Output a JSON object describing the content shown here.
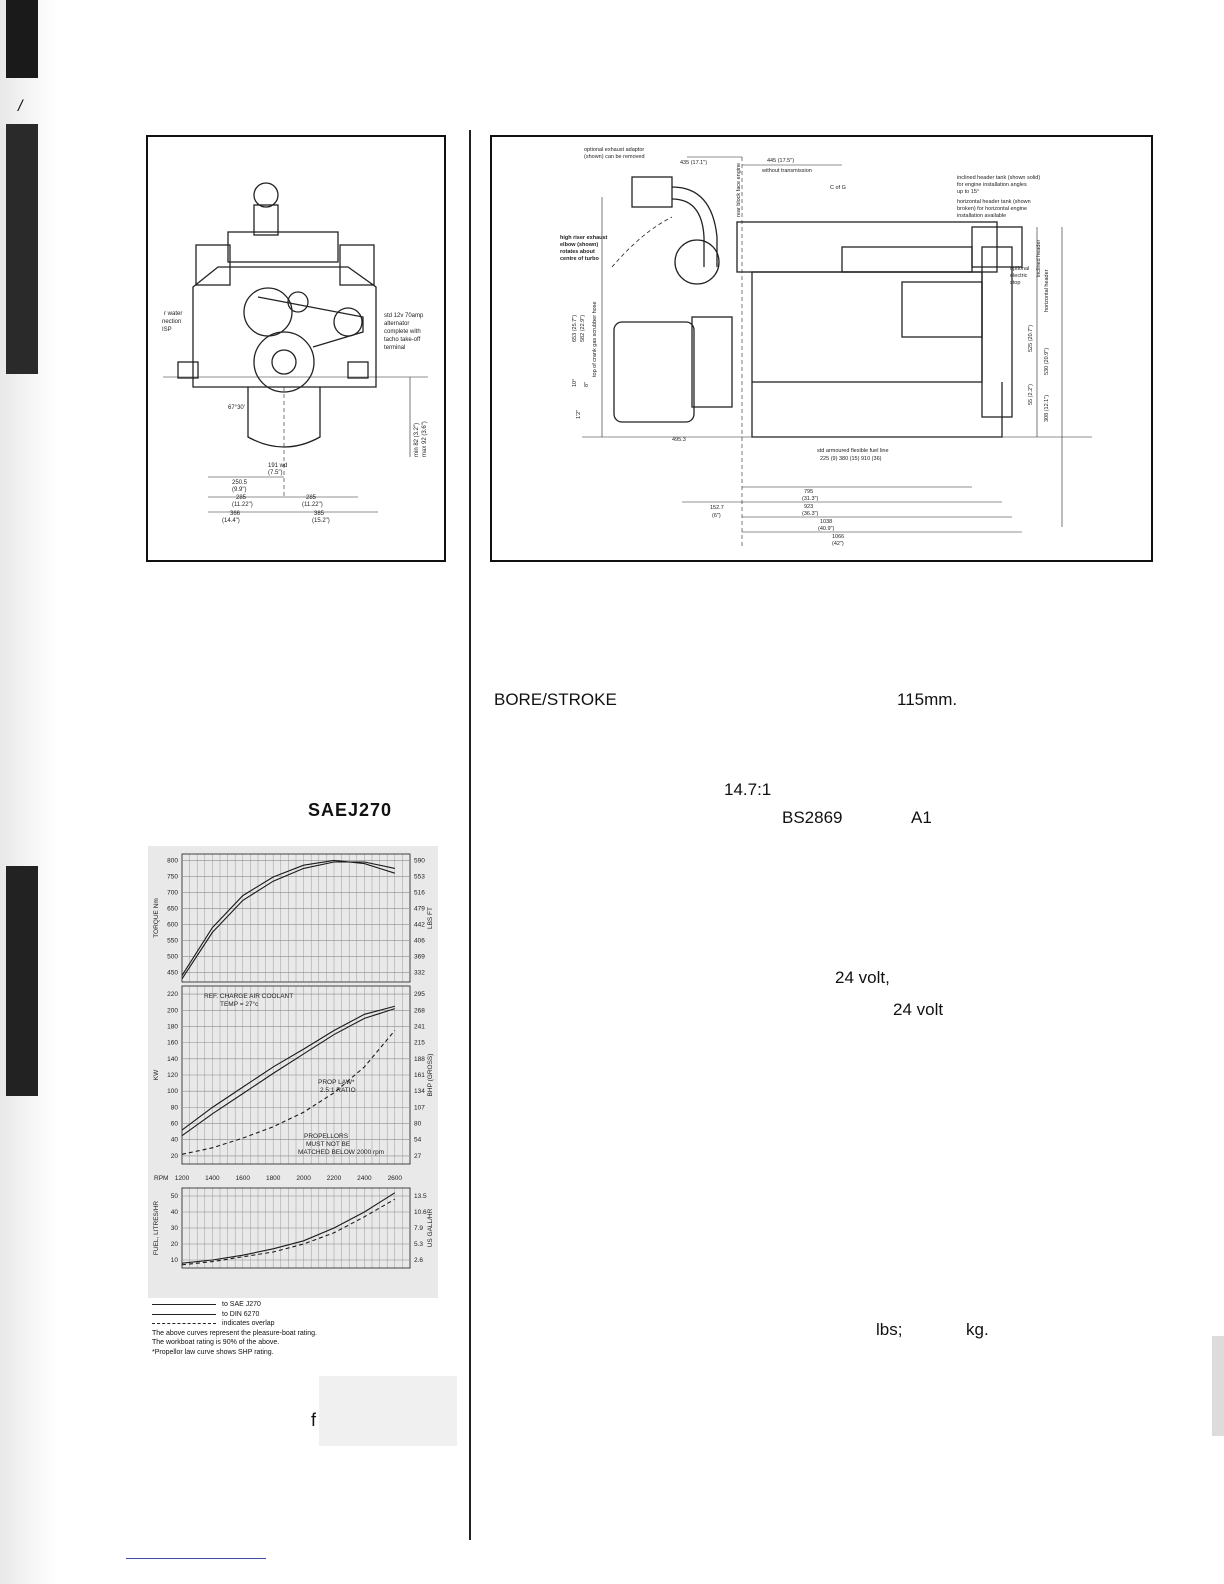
{
  "page": {
    "margin_mark": "/"
  },
  "front_view": {
    "labels": {
      "water": "r water",
      "nection": "nection",
      "isp": "ISP",
      "alternator": [
        "std 12v 70amp",
        "alternator",
        "complete with",
        "tacho take-off",
        "terminal"
      ],
      "angle": "67°30'",
      "depth": [
        "min 82 (3.2\")",
        "max 92 (3.6\")"
      ],
      "dims": [
        {
          "value": "250.5",
          "inch": "(9.9\")"
        },
        {
          "value": "285",
          "inch": "(11.22\")"
        },
        {
          "value": "366",
          "inch": "(14.4\")"
        },
        {
          "value": "285",
          "inch": "(11.22\")"
        },
        {
          "value": "385",
          "inch": "(15.2\")"
        },
        {
          "value": "191 wd",
          "inch": "(7.5\")"
        }
      ]
    }
  },
  "side_view": {
    "labels": {
      "exhaust_adaptor": [
        "optional exhaust adaptor",
        "(shown) can be removed"
      ],
      "dim_435": "435 (17.1\")",
      "dim_445": "445 (17.5\")",
      "without_transmission": "without transmission",
      "rear_block": "rear block face engine",
      "cofg": "C of G",
      "header_tank": [
        "inclined header tank (shown solid)",
        "for engine installation angles",
        "up to 15°",
        "horizontal header tank (shown",
        "broken) for horizontal engine",
        "installation available"
      ],
      "riser": [
        "high riser exhaust",
        "elbow (shown)",
        "rotates about",
        "centre of turbo"
      ],
      "electric_stop": [
        "optional",
        "electric",
        "stop"
      ],
      "v_left": [
        "653 (25.7\")",
        "582 (22.9\")",
        "top of crank gas scrubber hose",
        "10°",
        "8\"",
        "1'2\""
      ],
      "v_right": [
        "inclined header",
        "horizontal header",
        "525 (20.7\")",
        "530 (20.9\")",
        "55 (2.2\")",
        "308 (12.1\")"
      ],
      "dim_4953": "495.3",
      "fuel_line": "std armoured flexible fuel line",
      "fuel_dims": "225 (9)   380 (15)   910 (36)",
      "dim_1527": [
        "152.7",
        "(6\")"
      ],
      "bottom_dims": [
        "795",
        "(31.3\")",
        "923",
        "(36.3\")",
        "1038",
        "(40.9\")",
        "1066",
        "(42\")"
      ]
    }
  },
  "specs": {
    "bore_stroke_label": "BORE/STROKE",
    "bore_stroke_value": "115mm.",
    "compression": "14.7:1",
    "bs": "BS2869",
    "a1": "A1",
    "volt1": "24 volt,",
    "volt2": "24 volt",
    "lbs": "lbs;",
    "kg": "kg.",
    "sae": "SAEJ270",
    "frag": "f"
  },
  "chart_data": {
    "type": "line",
    "panels": [
      {
        "name": "torque",
        "ylabel_left": "TORQUE Nm",
        "ylabel_right": "LBS FT",
        "ylim": [
          420,
          820
        ],
        "yticks_left": [
          450,
          500,
          550,
          600,
          650,
          700,
          750,
          800
        ],
        "yticks_right": [
          "590",
          "553",
          "516",
          "479",
          "442",
          "406",
          "369",
          "332"
        ],
        "x": [
          1200,
          1400,
          1600,
          1800,
          2000,
          2200,
          2400,
          2600
        ],
        "series": [
          {
            "name": "to SAE J270",
            "values": [
              440,
              590,
              690,
              748,
              785,
              800,
              790,
              760
            ]
          },
          {
            "name": "to DIN 6270",
            "values": [
              430,
              575,
              675,
              735,
              775,
              795,
              795,
              775
            ]
          }
        ]
      },
      {
        "name": "power",
        "ylabel_left": "KW",
        "ylabel_right": "BHP (GROSS)",
        "ylim": [
          10,
          230
        ],
        "yticks_left": [
          20,
          40,
          60,
          80,
          100,
          120,
          140,
          160,
          180,
          200,
          220
        ],
        "yticks_right": [
          "295",
          "268",
          "241",
          "215",
          "188",
          "161",
          "134",
          "107",
          "80",
          "54",
          "27"
        ],
        "annotations": [
          "REF. CHARGE AIR COOLANT",
          "TEMP = 27°c",
          "PROP LAW*",
          "2.5:1 RATIO",
          "PROPELLORS",
          "MUST NOT BE",
          "MATCHED BELOW 2000 rpm"
        ],
        "x": [
          1200,
          1400,
          1600,
          1800,
          2000,
          2200,
          2400,
          2600
        ],
        "series": [
          {
            "name": "to SAE J270",
            "values": [
              52,
              80,
              105,
              130,
              152,
              175,
              195,
              205
            ]
          },
          {
            "name": "to DIN 6270",
            "values": [
              45,
              72,
              97,
              122,
              146,
              170,
              190,
              202
            ]
          },
          {
            "name": "prop law",
            "values": [
              22,
              30,
              42,
              56,
              74,
              98,
              130,
              175
            ]
          }
        ]
      },
      {
        "name": "fuel",
        "ylabel_left": "FUEL, LITRES/HR",
        "ylabel_right": "US GALL/HR",
        "ylim": [
          5,
          55
        ],
        "yticks_left": [
          10,
          20,
          30,
          40,
          50
        ],
        "yticks_right": [
          "13.5",
          "10.6",
          "7.9",
          "5.3",
          "2.6"
        ],
        "x": [
          1200,
          1400,
          1600,
          1800,
          2000,
          2200,
          2400,
          2600
        ],
        "series": [
          {
            "name": "to SAE J270",
            "values": [
              8,
              10,
              13,
              17,
              22,
              30,
              40,
              52
            ]
          },
          {
            "name": "to DIN 6270",
            "values": [
              7,
              9,
              12,
              15,
              20,
              27,
              37,
              48
            ]
          }
        ]
      }
    ],
    "xlabel": "RPM",
    "xticks": [
      "1200",
      "1400",
      "1600",
      "1800",
      "2000",
      "2200",
      "2400",
      "2600"
    ],
    "legend": [
      "to SAE J270",
      "to DIN 6270",
      "indicates overlap"
    ],
    "notes": [
      "The above curves represent the pleasure-boat rating.",
      "The workboat rating is 90% of the above.",
      "*Propellor law curve shows SHP rating."
    ]
  }
}
